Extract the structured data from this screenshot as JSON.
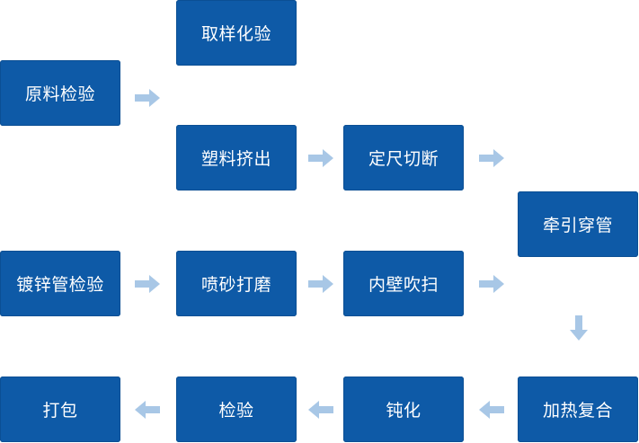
{
  "colors": {
    "box": "#0e5aa7",
    "box_text": "#ffffff",
    "arrow": "#a8c7e6"
  },
  "steps": {
    "sampling": "取样化验",
    "raw_inspection": "原料检验",
    "extrusion": "塑料挤出",
    "cut_length": "定尺切断",
    "traction": "牵引穿管",
    "galvanized_inspection": "镀锌管检验",
    "sandblasting": "喷砂打磨",
    "inner_blowing": "内壁吹扫",
    "heat_composite": "加热复合",
    "packing": "打包",
    "inspection": "检验",
    "passivation": "钝化"
  }
}
